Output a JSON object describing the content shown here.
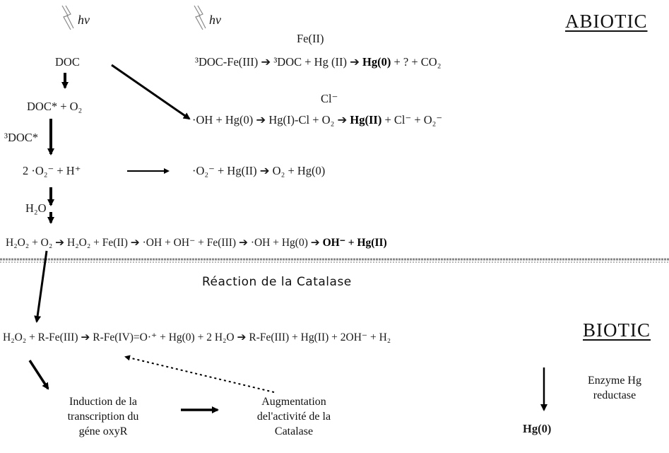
{
  "headers": {
    "abiotic": "ABIOTIC",
    "biotic": "BIOTIC"
  },
  "hv": "hν",
  "left_col": {
    "doc": "DOC",
    "doc_star_o2": "DOC* + O₂",
    "doc_triplet": "³DOC*",
    "two_o2_h": "2 ·O₂⁻ + H⁺",
    "h2o": "H₂O"
  },
  "fe2_label": "Fe(II)",
  "cl_label": "Cl⁻",
  "row1": [
    "³DOC-Fe(III)",
    "³DOC + Hg (II)",
    "Hg(0)",
    "+ ? + CO₂"
  ],
  "row2": [
    "·OH + Hg(0)",
    "Hg(I)-Cl + O₂",
    "Hg(II)",
    "+ Cl⁻ + O₂⁻"
  ],
  "row3": [
    "·O₂⁻ + Hg(II)",
    "O₂ + Hg(0)"
  ],
  "row4": [
    "H₂O₂ + O₂",
    "H₂O₂ + Fe(II)",
    "·OH + OH⁻ + Fe(III)",
    "·OH + Hg(0)",
    "OH⁻ + Hg(II)"
  ],
  "catalase_title": "Réaction de la Catalase",
  "row5": [
    "H₂O₂ + R-Fe(III)",
    "R-Fe(IV)=O·⁺ + Hg(0) + 2 H₂O",
    "R-Fe(III) + Hg(II) + 2OH⁻ + H₂"
  ],
  "induction": [
    "Induction de la",
    "transcription du",
    "géne oxyR"
  ],
  "augmentation": [
    "Augmentation",
    "del'activité de la",
    "Catalase"
  ],
  "enzyme": [
    "Enzyme Hg",
    "reductase"
  ],
  "hg0_final": "Hg(0)"
}
